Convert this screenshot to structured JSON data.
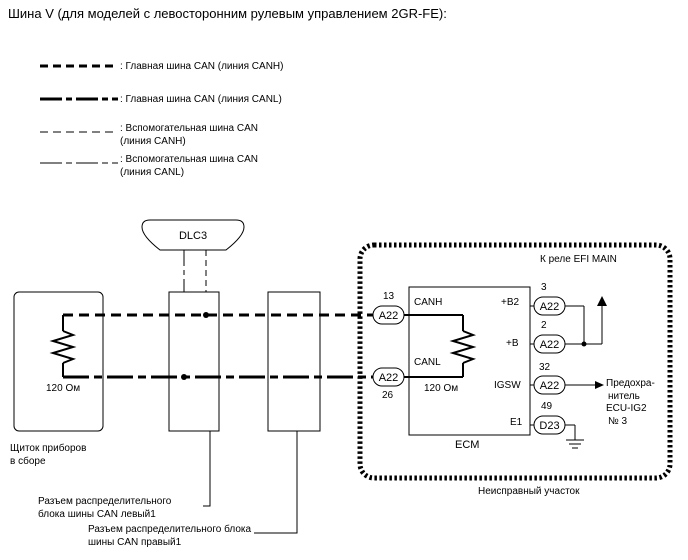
{
  "title": "Шина V (для моделей с левосторонним рулевым управлением 2GR-FE):",
  "legend": {
    "main_canh": ": Главная шина CAN (линия CANH)",
    "main_canl": ": Главная шина CAN (линия CANL)",
    "sub_canh_1": ": Вспомогательная шина CAN",
    "sub_canh_2": "(линия CANH)",
    "sub_canl_1": ": Вспомогательная шина CAN",
    "sub_canl_2": "(линия CANL)"
  },
  "dlc3": {
    "label": "DLC3"
  },
  "cluster": {
    "resistor": "120 Ом",
    "label_1": "Щиток приборов",
    "label_2": "в сборе"
  },
  "junction_left": {
    "label_1": "Разъем распределительного",
    "label_2": "блока шины CAN левый1"
  },
  "junction_right": {
    "label_1": "Разъем распределительного блока",
    "label_2": "шины CAN правый1"
  },
  "faulty_area": {
    "label": "Неисправный участок",
    "relay": "К реле EFI MAIN"
  },
  "ecm": {
    "label": "ECM",
    "canh": "CANH",
    "canl": "CANL",
    "resistor": "120 Ом",
    "b2": "+B2",
    "b": "+B",
    "igsw": "IGSW",
    "e1": "E1",
    "pin_canh": "13",
    "pin_canl": "26",
    "pin_b2": "3",
    "pin_b": "2",
    "pin_igsw": "32",
    "pin_e1": "49",
    "conn_a22": "A22",
    "conn_d23": "D23"
  },
  "fuse": {
    "label_1": "Предохра-",
    "label_2": "нитель",
    "label_3": "ECU-IG2",
    "label_4": "№ 3"
  }
}
